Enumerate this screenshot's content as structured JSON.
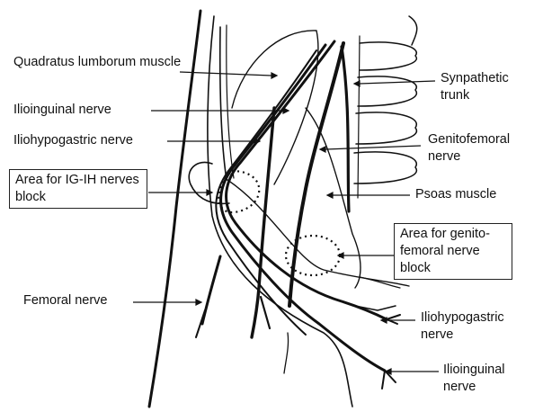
{
  "labels": {
    "quadratus": "Quadratus lumborum muscle",
    "ilioinguinal": "Ilioinguinal nerve",
    "iliohypogastric": "Iliohypogastric nerve",
    "ig_ih_area": "Area for IG-IH nerves block",
    "femoral": "Femoral nerve",
    "sympathetic": "Synpathetic trunk",
    "genitofemoral": "Genitofemoral nerve",
    "psoas": "Psoas muscle",
    "gf_area": "Area for genito- femoral nerve block",
    "iliohypogastric_lower": "Iliohypogastric nerve",
    "ilioinguinal_lower": "Ilioinguinal nerve"
  },
  "colors": {
    "ink": "#111111",
    "background": "#ffffff"
  }
}
